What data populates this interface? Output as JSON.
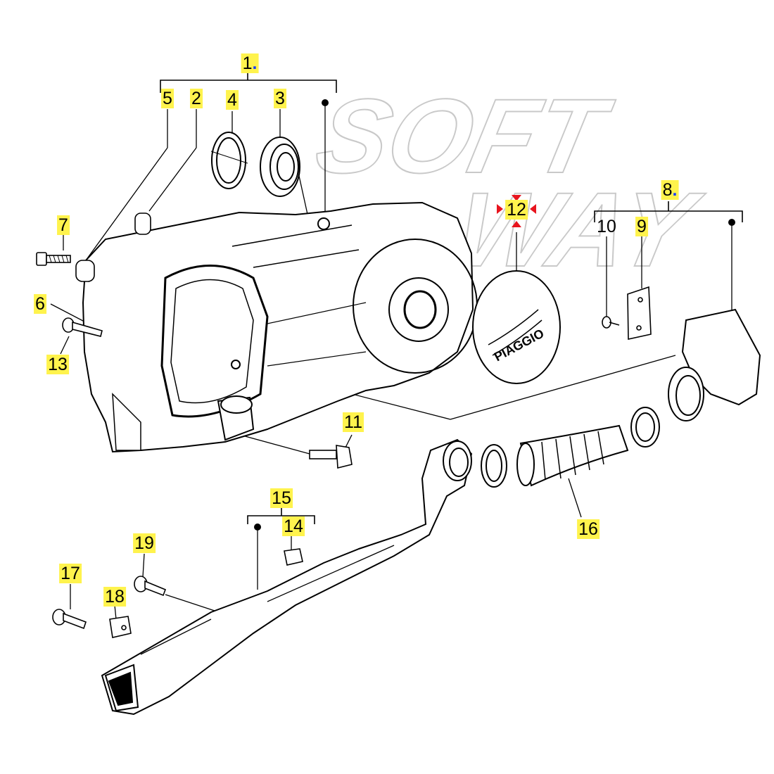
{
  "watermark": {
    "line1": "SOFT",
    "line2": "WAY"
  },
  "cover_logo": "PIAGGIO",
  "callouts": [
    {
      "id": "1",
      "text": "1",
      "suffix": "."
    },
    {
      "id": "2",
      "text": "2"
    },
    {
      "id": "3",
      "text": "3"
    },
    {
      "id": "4",
      "text": "4"
    },
    {
      "id": "5",
      "text": "5"
    },
    {
      "id": "6",
      "text": "6"
    },
    {
      "id": "7",
      "text": "7"
    },
    {
      "id": "8",
      "text": "8",
      "suffix": "."
    },
    {
      "id": "9",
      "text": "9"
    },
    {
      "id": "10",
      "text": "10"
    },
    {
      "id": "11",
      "text": "11"
    },
    {
      "id": "12",
      "text": "12"
    },
    {
      "id": "13",
      "text": "13"
    },
    {
      "id": "14",
      "text": "14"
    },
    {
      "id": "15",
      "text": "15"
    },
    {
      "id": "16",
      "text": "16"
    },
    {
      "id": "17",
      "text": "17"
    },
    {
      "id": "18",
      "text": "18"
    },
    {
      "id": "19",
      "text": "19"
    }
  ],
  "colors": {
    "label_highlight": "#fff34d",
    "line": "#000000",
    "watermark": "#c9c9c9",
    "marker": "#e8141e",
    "dot_accent": "#1a3cff"
  }
}
